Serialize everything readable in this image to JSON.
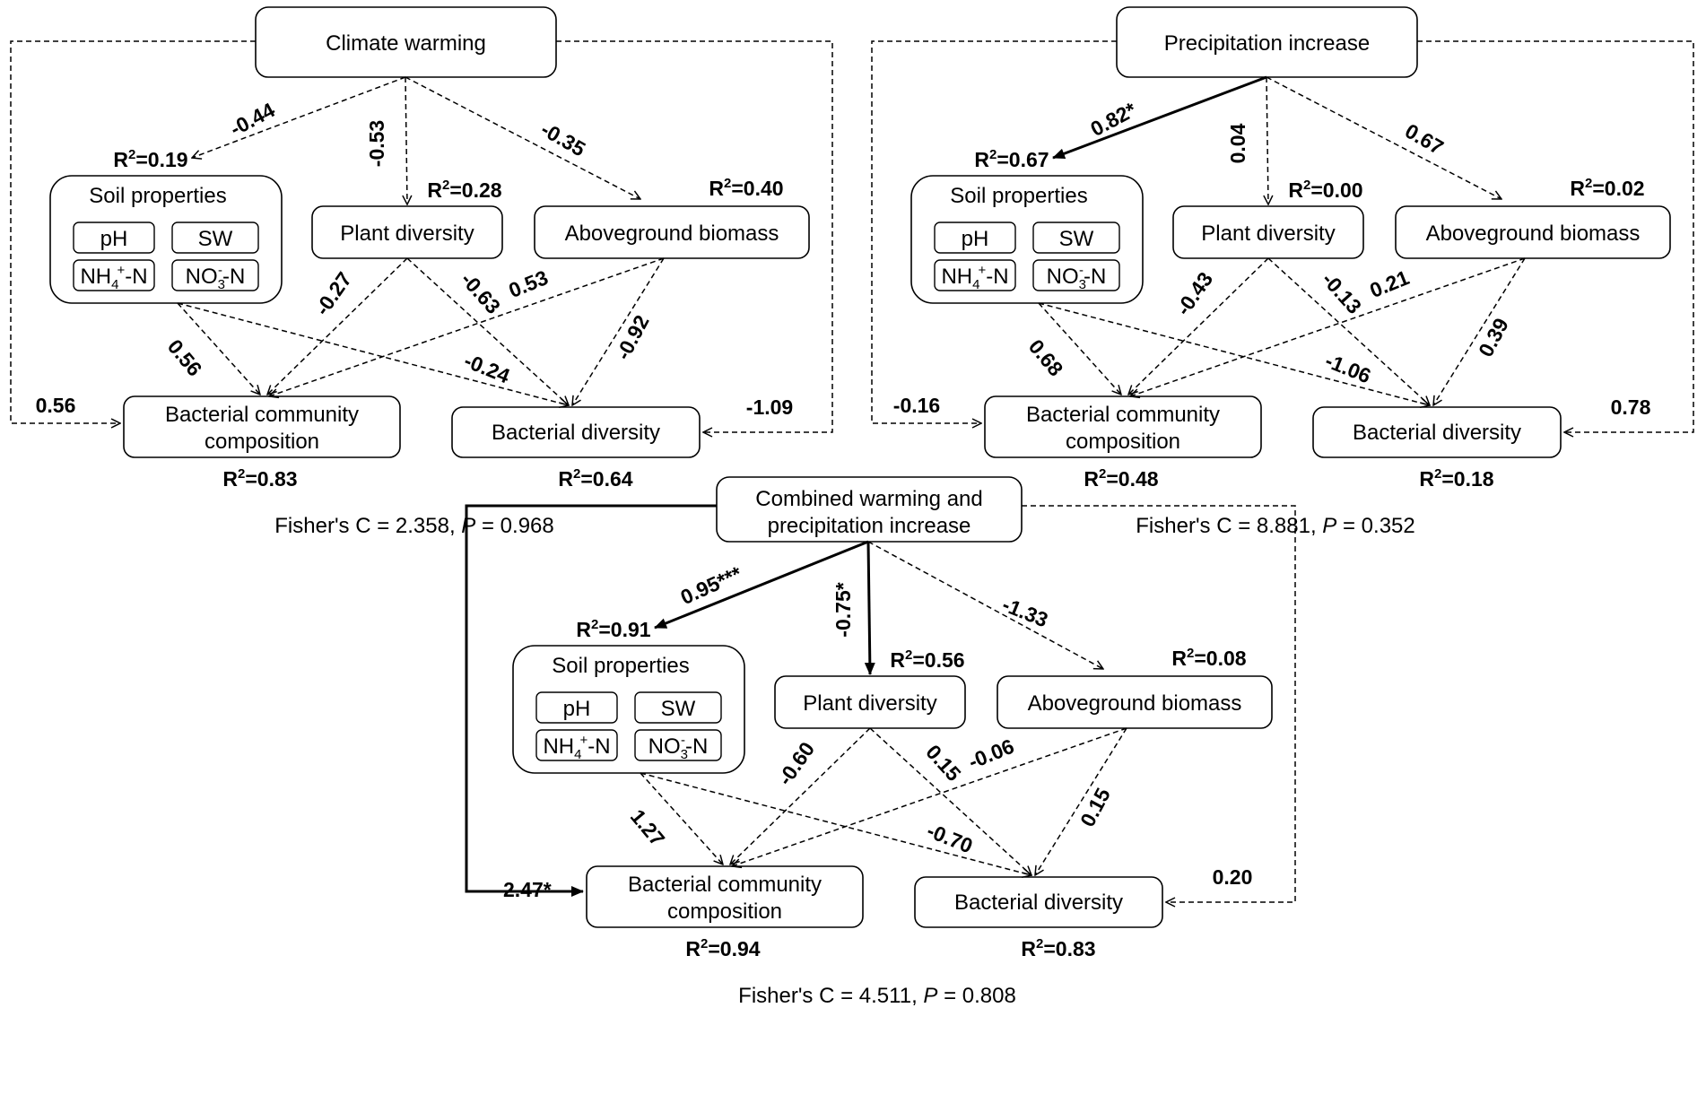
{
  "labels": {
    "soil": "Soil properties",
    "ph": "pH",
    "sw": "SW",
    "nh4_a": "NH",
    "nh4_sub": "4",
    "nh4_sup": "+",
    "nh4_b": "-N",
    "no3_a": "NO",
    "no3_sub": "3",
    "no3_sup": "-",
    "no3_b": "-N",
    "plant": "Plant diversity",
    "agb": "Aboveground biomass",
    "bcc_1": "Bacterial community",
    "bcc_2": "composition",
    "bd": "Bacterial diversity",
    "r2_prefix": "R",
    "r2_sup": "2",
    "fisher_prefix": "Fisher's C = ",
    "fisher_mid": ", ",
    "fisher_p": "P",
    "fisher_eq": " = "
  },
  "panels": [
    {
      "driver": [
        "Climate warming"
      ],
      "coef": {
        "d_soil": "-0.44",
        "d_plant": "-0.53",
        "d_agb": "-0.35",
        "d_bcc": "0.56",
        "d_bd": "-1.09",
        "soil_bcc": "0.56",
        "soil_bd": "-0.24",
        "plant_bcc": "-0.27",
        "plant_bd": "-0.63",
        "agb_bcc": "0.53",
        "agb_bd": "-0.92"
      },
      "r2": {
        "soil": "=0.19",
        "plant": "=0.28",
        "agb": "=0.40",
        "bcc": "=0.83",
        "bd": "=0.64"
      },
      "fisher_c": "2.358",
      "fisher_pval": "0.968"
    },
    {
      "driver": [
        "Precipitation increase"
      ],
      "coef": {
        "d_soil": "0.82*",
        "d_plant": "0.04",
        "d_agb": "0.67",
        "d_bcc": "-0.16",
        "d_bd": "0.78",
        "soil_bcc": "0.68",
        "soil_bd": "-1.06",
        "plant_bcc": "-0.43",
        "plant_bd": "-0.13",
        "agb_bcc": "0.21",
        "agb_bd": "0.39"
      },
      "r2": {
        "soil": "=0.67",
        "plant": "=0.00",
        "agb": "=0.02",
        "bcc": "=0.48",
        "bd": "=0.18"
      },
      "fisher_c": "8.881",
      "fisher_pval": "0.352"
    },
    {
      "driver": [
        "Combined warming and",
        "precipitation increase"
      ],
      "coef": {
        "d_soil": "0.95***",
        "d_plant": "-0.75*",
        "d_agb": "-1.33",
        "d_bcc": "-2.47*",
        "d_bd": "0.20",
        "soil_bcc": "1.27",
        "soil_bd": "-0.70",
        "plant_bcc": "-0.60",
        "plant_bd": "0.15",
        "agb_bcc": "-0.06",
        "agb_bd": "0.15"
      },
      "r2": {
        "soil": "=0.91",
        "plant": "=0.56",
        "agb": "=0.08",
        "bcc": "=0.94",
        "bd": "=0.83"
      },
      "fisher_c": "4.511",
      "fisher_pval": "0.808"
    }
  ]
}
